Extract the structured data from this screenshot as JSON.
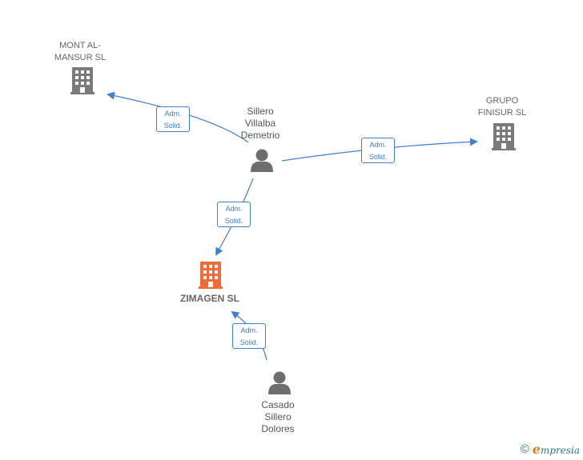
{
  "nodes": {
    "mont_almansur": {
      "label": "MONT AL-\nMANSUR  SL",
      "type": "company"
    },
    "grupo_finisur": {
      "label": "GRUPO\nFINISUR  SL",
      "type": "company"
    },
    "zimagen": {
      "label": "ZIMAGEN  SL",
      "type": "company-main"
    },
    "sillero": {
      "label": "Sillero\nVillalba\nDemetrio",
      "type": "person"
    },
    "casado": {
      "label": "Casado\nSillero\nDolores",
      "type": "person"
    }
  },
  "edges": [
    {
      "from": "sillero",
      "to": "mont_almansur",
      "label_line1": "Adm.",
      "label_line2": "Solid."
    },
    {
      "from": "sillero",
      "to": "grupo_finisur",
      "label_line1": "Adm.",
      "label_line2": "Solid."
    },
    {
      "from": "sillero",
      "to": "zimagen",
      "label_line1": "Adm.",
      "label_line2": "Solid."
    },
    {
      "from": "casado",
      "to": "zimagen",
      "label_line1": "Adm.",
      "label_line2": "Solid."
    }
  ],
  "colors": {
    "edge": "#3d7fd4",
    "company_icon": "#7a7a7a",
    "main_company_icon": "#f26a35",
    "person_icon": "#6e6e6e"
  },
  "footer": {
    "copyright_symbol": "©",
    "brand_initial": "e",
    "brand_rest": "mpresia"
  }
}
